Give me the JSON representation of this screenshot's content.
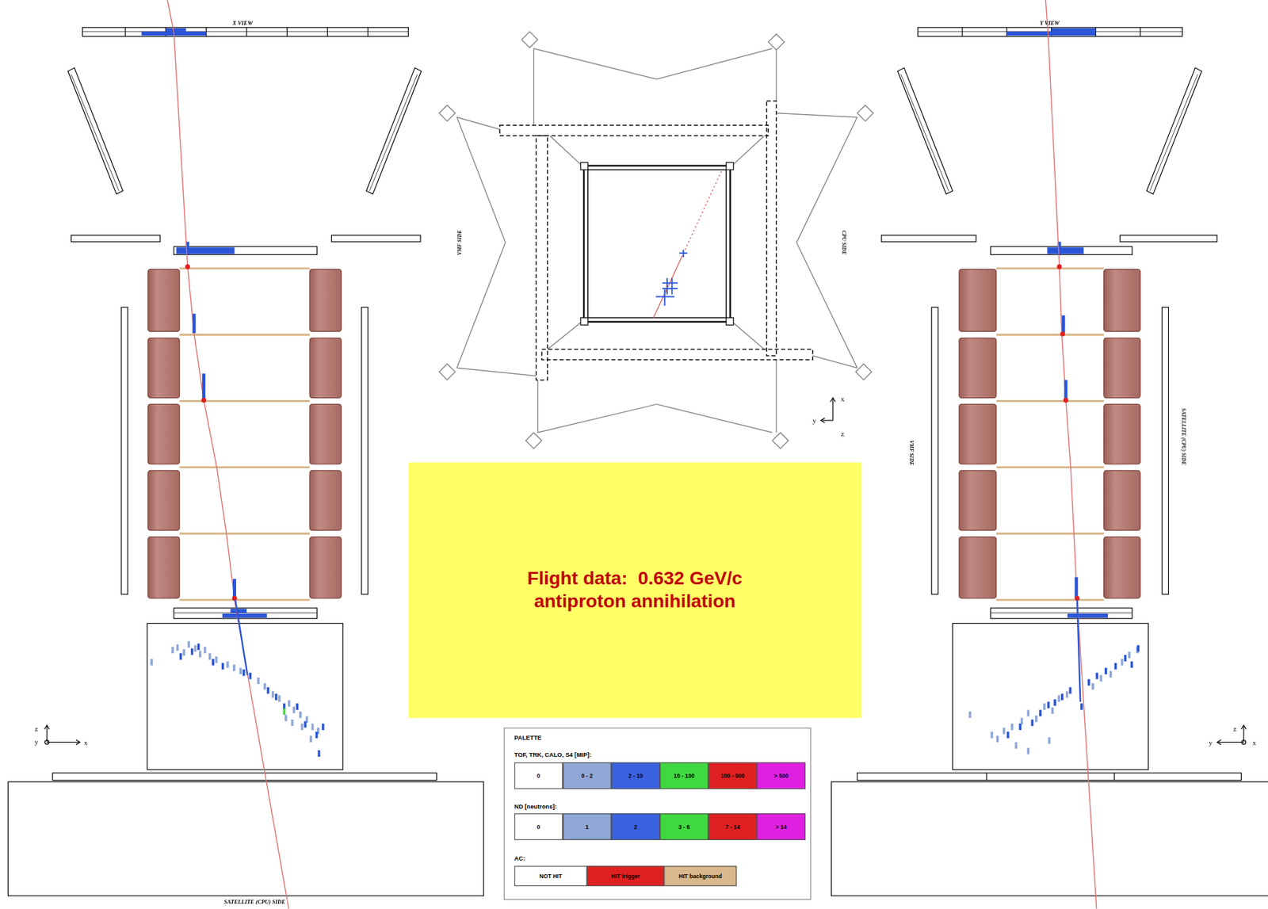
{
  "diagram": {
    "nodes": [
      {
        "text": [
          "Flight data:  0.632 GeV/c antiproton annihilation"
        ]
      },
      {
        "text": [
          "PALETTE",
          "TOF, TRK, CALO, S4 [MIP]:",
          "ND [neutrons]:",
          "AC:"
        ]
      }
    ],
    "labels": [
      "X VIEW",
      "Y VIEW",
      "VMF SIDE",
      "CPU SIDE",
      "SATELLITE (CPU) SIDE",
      "VMF SIDE",
      "SATELLITE (CPU) SIDE",
      "z",
      "y",
      "x",
      "x",
      "y",
      "z",
      "z",
      "y",
      "x"
    ],
    "legend": [
      {
        "text": "0",
        "color": "#ffffff"
      },
      {
        "text": "0 - 2",
        "color": "#8fa8d8"
      },
      {
        "text": "2 - 10",
        "color": "#3a62e0"
      },
      {
        "text": "10 - 100",
        "color": "#40d840"
      },
      {
        "text": "100 - 500",
        "color": "#e02020"
      },
      {
        "text": "> 500",
        "color": "#e020e0"
      },
      {
        "text": "0",
        "color": "#ffffff"
      },
      {
        "text": "1",
        "color": "#8fa8d8"
      },
      {
        "text": "2",
        "color": "#3a62e0"
      },
      {
        "text": "3 - 6",
        "color": "#40d840"
      },
      {
        "text": "7 - 14",
        "color": "#e02020"
      },
      {
        "text": "> 14",
        "color": "#e020e0"
      },
      {
        "text": "NOT HIT",
        "color": "#ffffff"
      },
      {
        "text": "HIT trigger",
        "color": "#e02020"
      },
      {
        "text": "HIT background",
        "color": "#d8b88c"
      }
    ]
  }
}
